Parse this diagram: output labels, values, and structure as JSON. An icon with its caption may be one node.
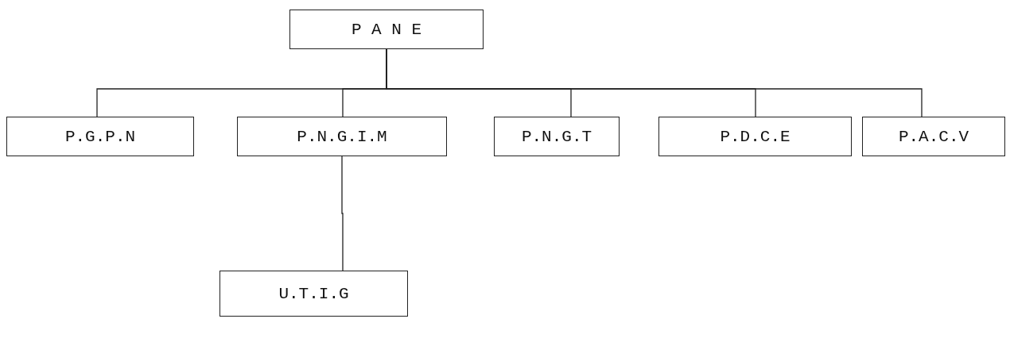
{
  "diagram": {
    "nodes": [
      {
        "text": [
          "P A N E"
        ]
      },
      {
        "text": [
          "P.G.P.N"
        ]
      },
      {
        "text": [
          "P.N.G.I.M"
        ]
      },
      {
        "text": [
          "P.N.G.T"
        ]
      },
      {
        "text": [
          "P.D.C.E"
        ]
      },
      {
        "text": [
          "P.A.C.V"
        ]
      },
      {
        "text": [
          "U.T.I.G"
        ]
      }
    ],
    "edges": [
      {
        "from": 0,
        "to": 1,
        "arrow": "none"
      },
      {
        "from": 0,
        "to": 2,
        "arrow": "none"
      },
      {
        "from": 0,
        "to": 3,
        "arrow": "none"
      },
      {
        "from": 0,
        "to": 4,
        "arrow": "none"
      },
      {
        "from": 0,
        "to": 5,
        "arrow": "none"
      },
      {
        "from": 2,
        "to": 6,
        "arrow": "none"
      }
    ]
  }
}
